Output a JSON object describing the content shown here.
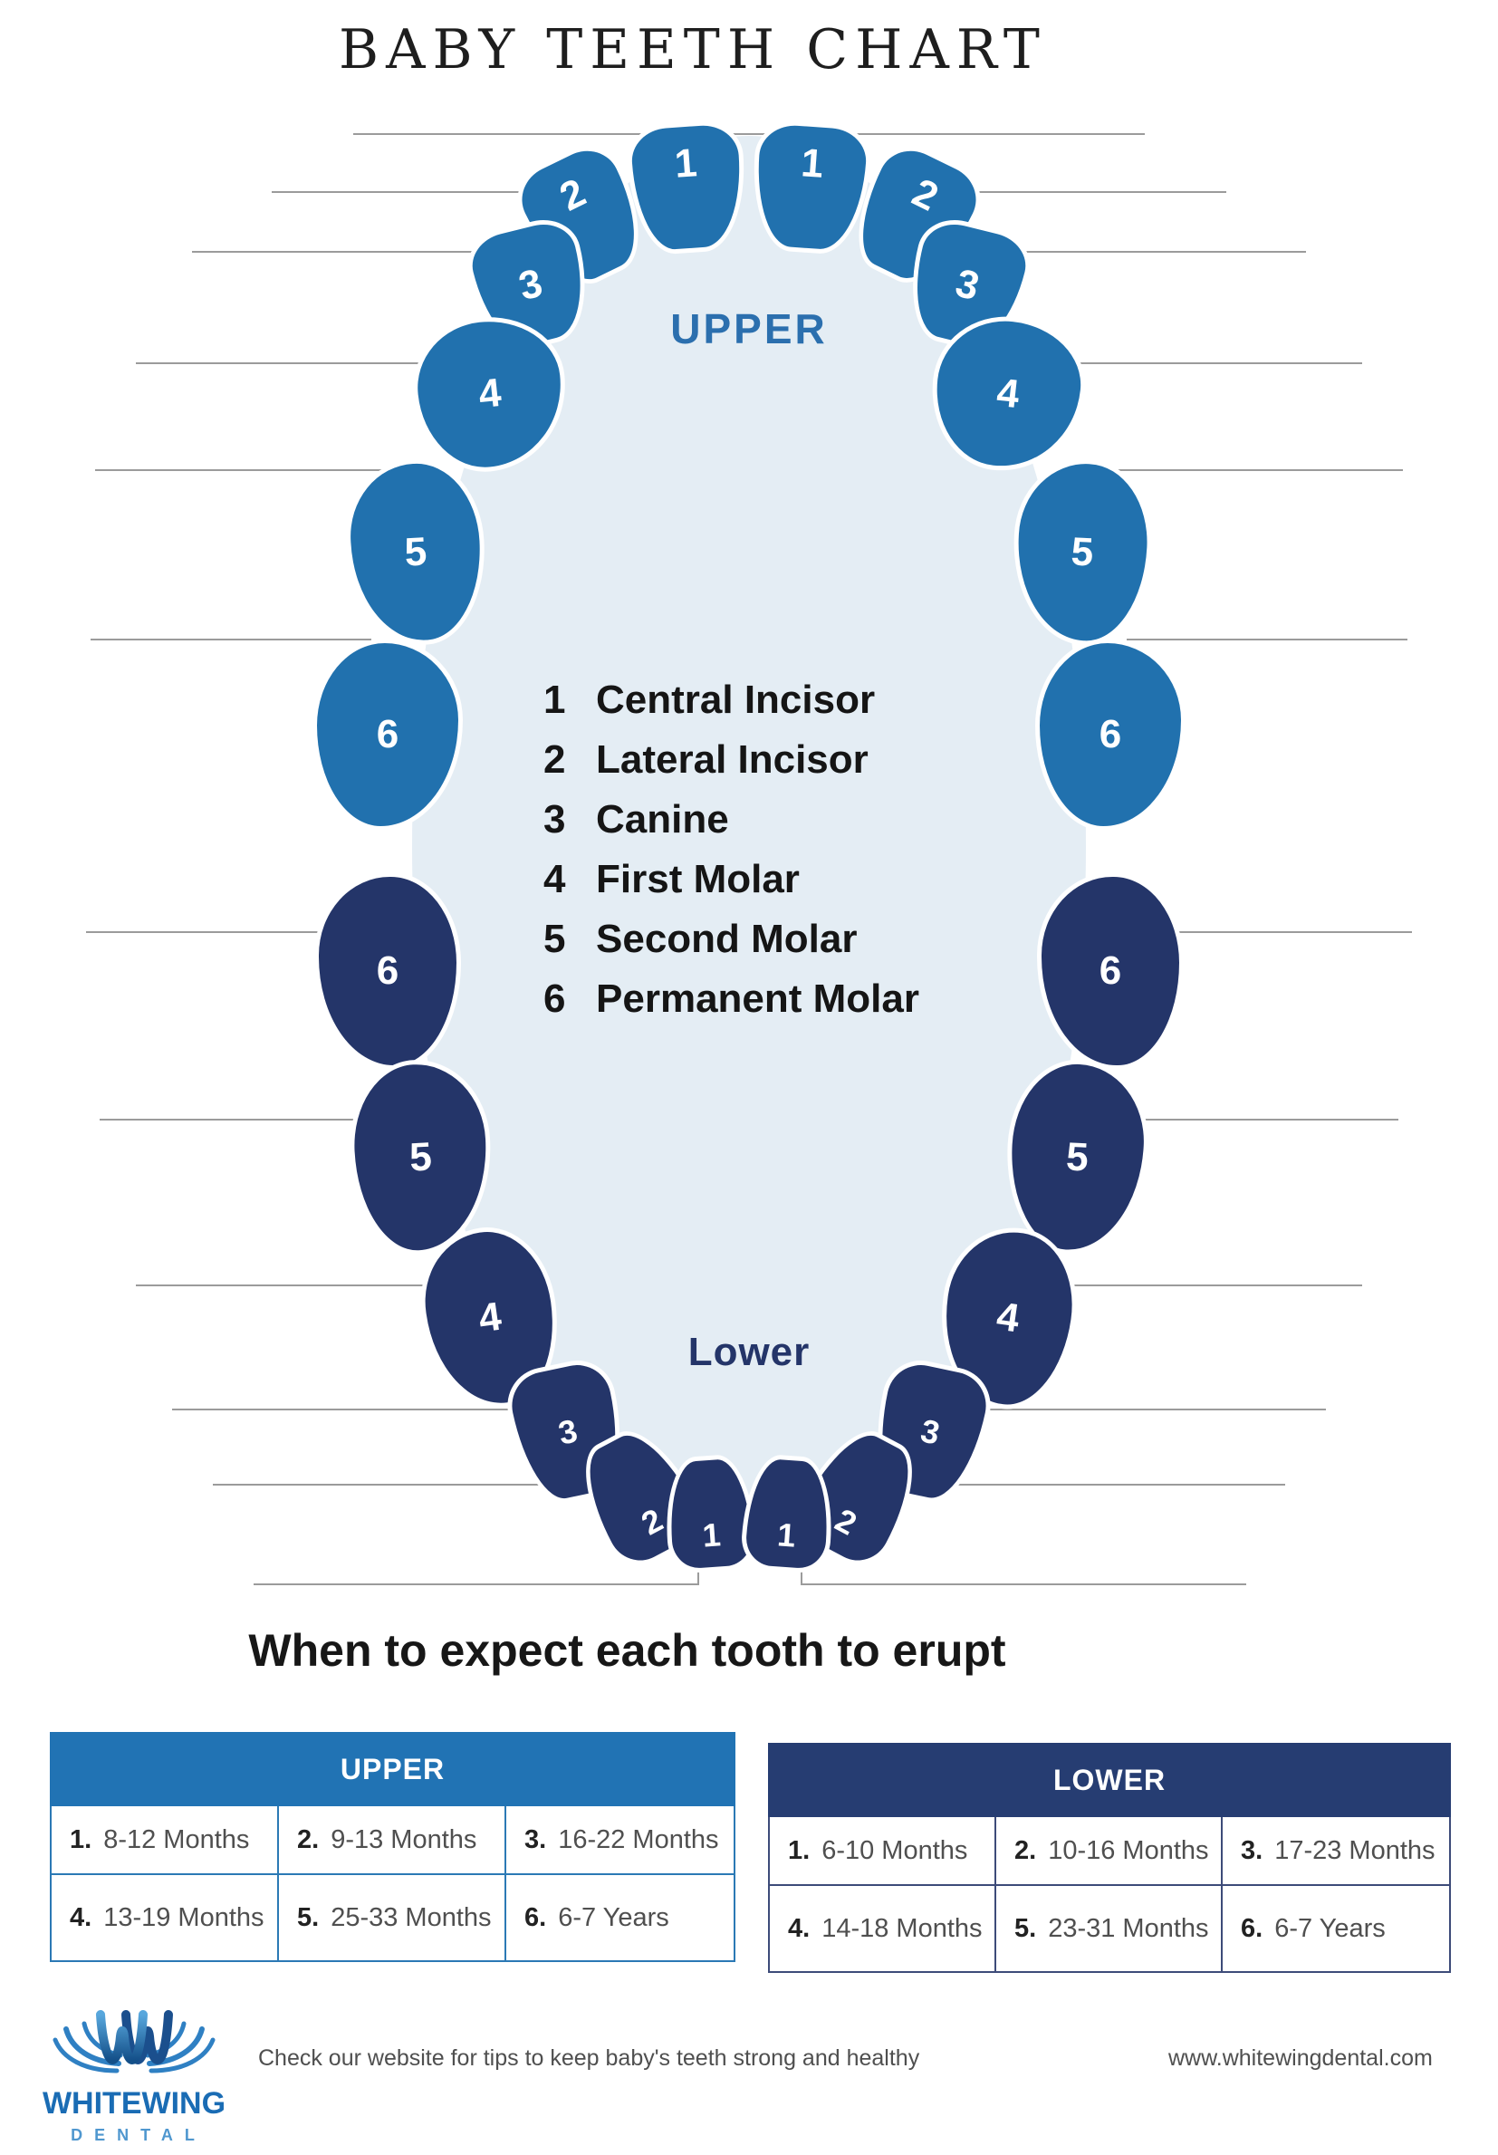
{
  "title": "BABY TEETH CHART",
  "colors": {
    "upper_tooth": "#2171ae",
    "lower_tooth": "#243569",
    "arch_background": "#e4edf4",
    "upper_table_header": "#2173b4",
    "lower_table_header": "#263d72",
    "leader_line": "#9b9b9b",
    "logo_blue": "#1a6cb4"
  },
  "arch": {
    "upper_label": "UPPER",
    "lower_label": "Lower",
    "tooth_numbers": {
      "upper": [
        "1",
        "2",
        "3",
        "4",
        "5",
        "6"
      ],
      "lower": [
        "1",
        "2",
        "3",
        "4",
        "5",
        "6"
      ]
    }
  },
  "legend": {
    "items": [
      {
        "num": "1",
        "name": "Central Incisor"
      },
      {
        "num": "2",
        "name": "Lateral Incisor"
      },
      {
        "num": "3",
        "name": "Canine"
      },
      {
        "num": "4",
        "name": "First Molar"
      },
      {
        "num": "5",
        "name": "Second Molar"
      },
      {
        "num": "6",
        "name": "Permanent Molar"
      }
    ]
  },
  "eruption": {
    "heading": "When to expect each tooth to erupt",
    "upper": {
      "title": "UPPER",
      "cells": [
        {
          "num": "1.",
          "range": "8-12 Months"
        },
        {
          "num": "2.",
          "range": "9-13 Months"
        },
        {
          "num": "3.",
          "range": "16-22 Months"
        },
        {
          "num": "4.",
          "range": "13-19 Months"
        },
        {
          "num": "5.",
          "range": "25-33 Months"
        },
        {
          "num": "6.",
          "range": "6-7  Years"
        }
      ]
    },
    "lower": {
      "title": "LOWER",
      "cells": [
        {
          "num": "1.",
          "range": "6-10 Months"
        },
        {
          "num": "2.",
          "range": "10-16 Months"
        },
        {
          "num": "3.",
          "range": "17-23 Months"
        },
        {
          "num": "4.",
          "range": "14-18 Months"
        },
        {
          "num": "5.",
          "range": "23-31 Months"
        },
        {
          "num": "6.",
          "range": "6-7 Years"
        }
      ]
    }
  },
  "footer": {
    "logo_name": "WHITEWING",
    "logo_sub": "DENTAL",
    "tagline": "Check our website for tips to keep baby's teeth strong and healthy",
    "website": "www.whitewingdental.com"
  }
}
